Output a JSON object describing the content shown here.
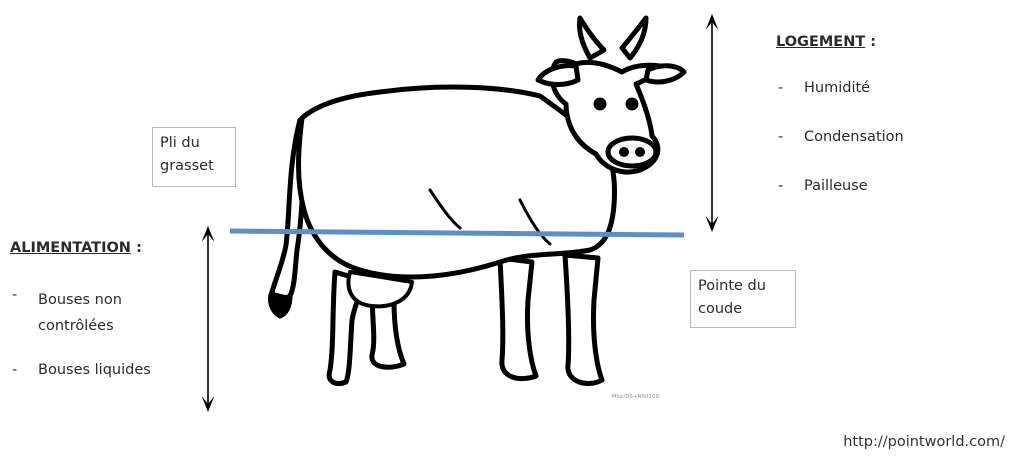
{
  "logement": {
    "title": "LOGEMENT",
    "title_suffix": " :",
    "items": [
      "Humidité",
      "Condensation",
      "Pailleuse"
    ]
  },
  "alimentation": {
    "title": "ALIMENTATION",
    "title_suffix": " :",
    "items": [
      {
        "lines": [
          "Bouses non",
          "contrôlées"
        ]
      },
      {
        "lines": [
          "Bouses liquides"
        ]
      }
    ]
  },
  "labels": {
    "pli_du_grasset": [
      "Pli du",
      "grasset"
    ],
    "pointe_du_coude": [
      "Pointe du",
      "coude"
    ]
  },
  "item_dash": "-",
  "stamp": "MSp/DS+N60209",
  "source_url": "http://pointworld.com/",
  "colors": {
    "reference_line": "#5b8fc9",
    "arrow": "#000000",
    "text": "#2b2b2b",
    "box_border": "#b9b9b9"
  },
  "illustration": "cow-line-drawing"
}
